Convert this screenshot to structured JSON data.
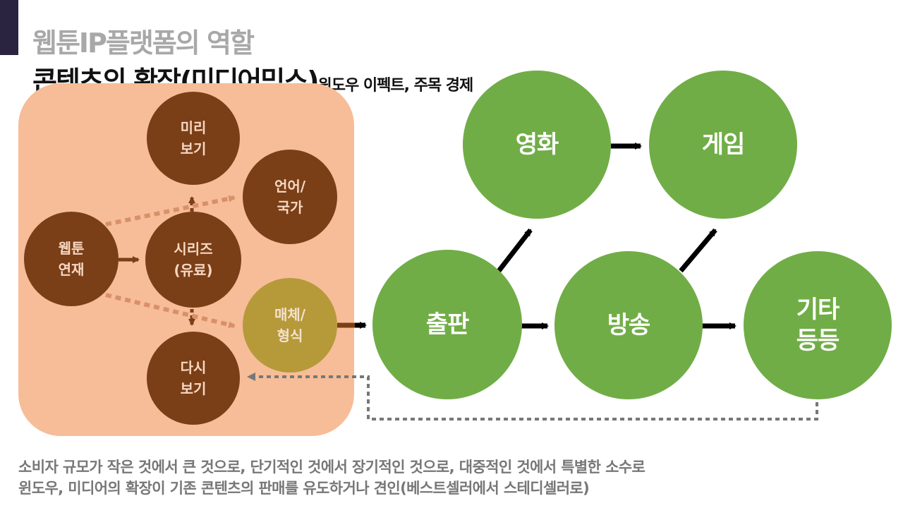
{
  "header": {
    "kicker": "웹툰IP플랫폼의 역할",
    "title": "콘텐츠의 확장(미디어믹스)",
    "subtitle": "윈도우 이펙트, 주목 경제"
  },
  "nodes": {
    "preview": "미리\n보기",
    "language": "언어/\n국가",
    "webtoon": "웹툰\n연재",
    "series": "시리즈\n(유료)",
    "media": "매체/\n형식",
    "rewatch": "다시\n보기",
    "publishing": "출판",
    "movie": "영화",
    "game": "게임",
    "broadcast": "방송",
    "etc": "기타\n등등"
  },
  "footer": {
    "line1": "소비자 규모가 작은 것에서 큰 것으로, 단기적인 것에서 장기적인 것으로, 대중적인 것에서 특별한 소수로",
    "line2": "윈도우, 미디어의 확장이 기존 콘텐츠의 판매를 유도하거나 견인(베스트셀러에서 스테디셀러로)"
  },
  "colors": {
    "accent": "#2b2440",
    "panel": "#f6bd98",
    "brown": "#7a3f17",
    "olive": "#b69a3a",
    "green": "#71ad47"
  }
}
